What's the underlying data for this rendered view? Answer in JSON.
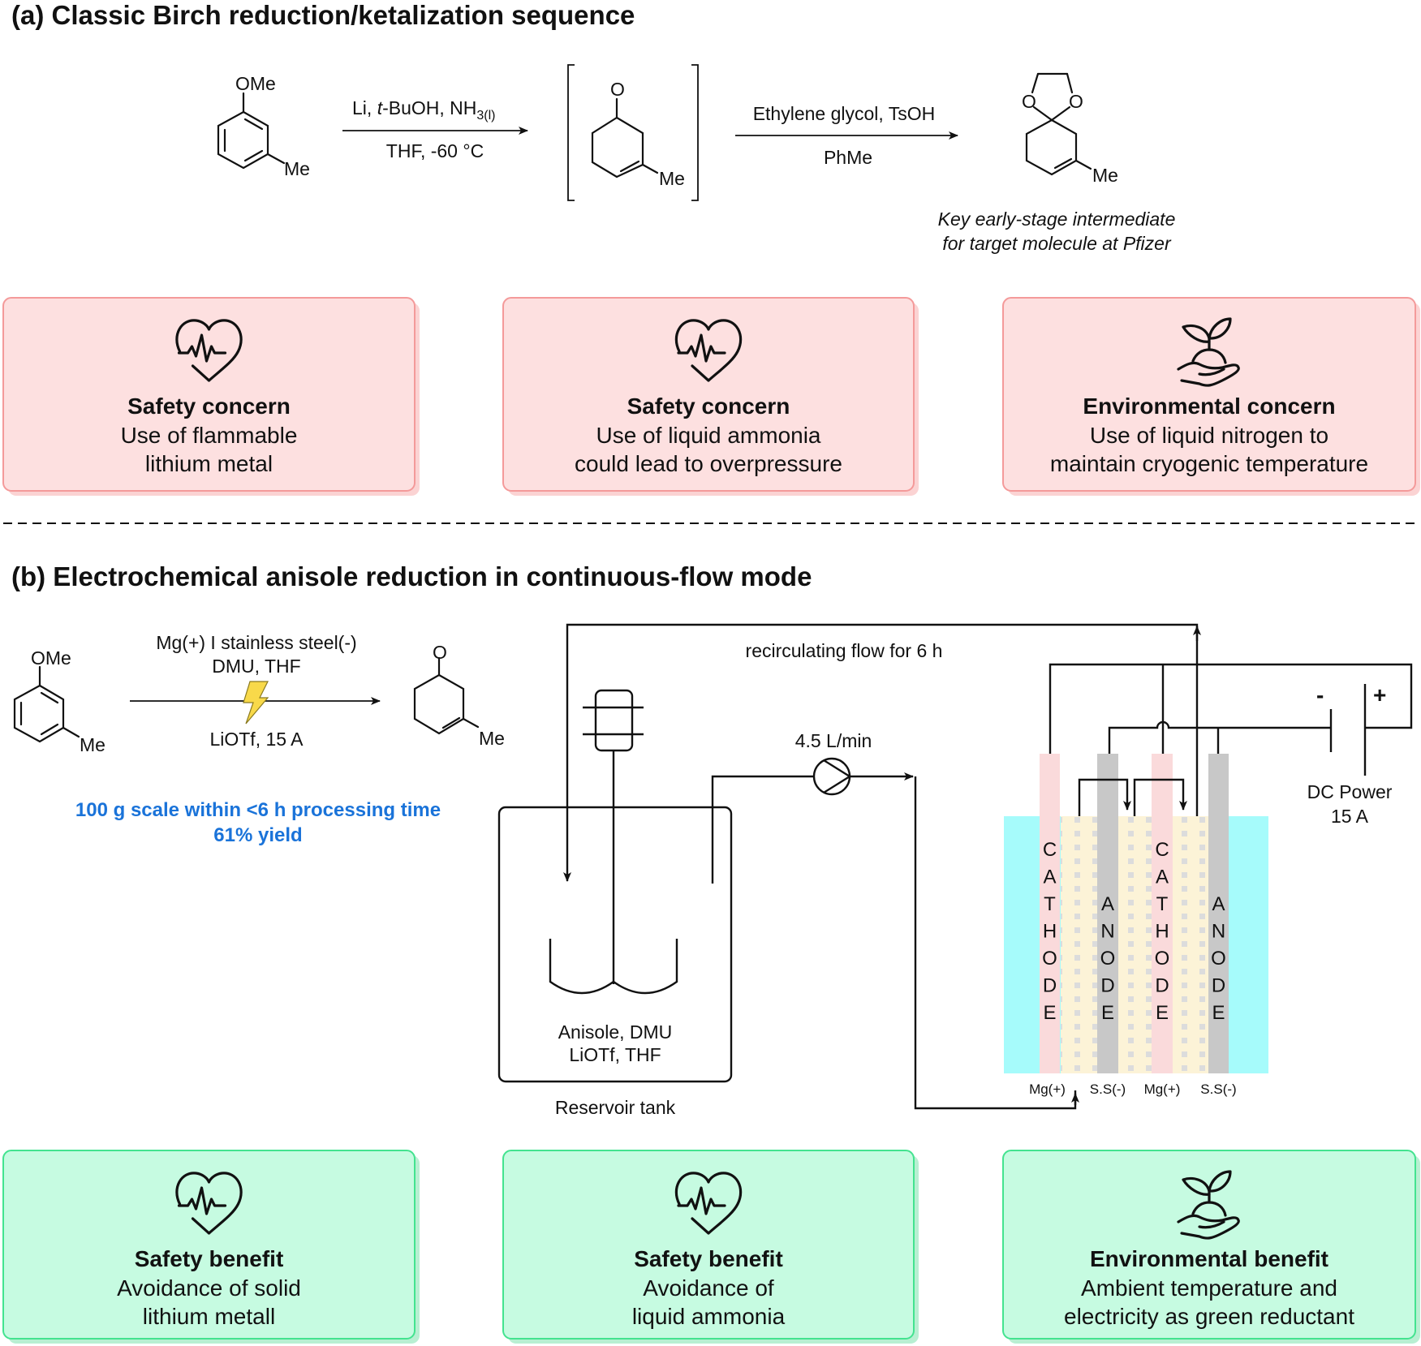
{
  "section_a": {
    "title": "(a) Classic Birch reduction/ketalization sequence",
    "start_material": {
      "substituent_top": "OMe",
      "substituent_right": "Me"
    },
    "step1": {
      "reagents_top": "Li, ",
      "reagents_top_italic": "t",
      "reagents_top_rest": "-BuOH, NH",
      "reagents_sub": "3(l)",
      "conditions_bottom": "THF, -60 °C"
    },
    "intermediate": {
      "carbonyl": "O",
      "substituent": "Me"
    },
    "step2": {
      "reagents_top": "Ethylene glycol, TsOH",
      "conditions_bottom": "PhMe"
    },
    "product": {
      "o_left": "O",
      "o_right": "O",
      "substituent": "Me"
    },
    "caption": [
      "Key early-stage intermediate",
      "for target molecule at Pfizer"
    ],
    "cards": [
      {
        "icon": "heart-pulse-icon",
        "heading": "Safety concern",
        "lines": [
          "Use of flammable",
          "lithium metal"
        ]
      },
      {
        "icon": "heart-pulse-icon",
        "heading": "Safety concern",
        "lines": [
          "Use of liquid ammonia",
          "could lead to overpressure"
        ]
      },
      {
        "icon": "plant-hand-icon",
        "heading": "Environmental concern",
        "lines": [
          "Use of liquid nitrogen to",
          "maintain cryogenic temperature"
        ]
      }
    ],
    "card_colors": {
      "fill": "#fde0e0",
      "border": "#f49a9a",
      "shadow": "#fbd3d3"
    }
  },
  "section_b": {
    "title": "(b) Electrochemical anisole reduction in continuous-flow mode",
    "start_material": {
      "substituent_top": "OMe",
      "substituent_right": "Me"
    },
    "reaction": {
      "top_line1": "Mg(+) I stainless steel(-)",
      "top_line2": "DMU, THF",
      "bottom": "LiOTf, 15 A",
      "icon": "lightning-bolt-icon"
    },
    "product": {
      "carbonyl": "O",
      "substituent": "Me"
    },
    "highlight": [
      "100 g scale within <6 h processing time",
      "61% yield"
    ],
    "highlight_color": "#1a73d9",
    "flow": {
      "recirculation_label": "recirculating flow for 6 h",
      "flow_rate": "4.5 L/min",
      "tank_contents": [
        "Anisole, DMU",
        "LiOTf, THF"
      ],
      "tank_label": "Reservoir tank",
      "electrodes": [
        {
          "type": "CATHODE",
          "material": "Mg(+)"
        },
        {
          "type": "ANODE",
          "material": "S.S(-)"
        },
        {
          "type": "CATHODE",
          "material": "Mg(+)"
        },
        {
          "type": "ANODE",
          "material": "S.S(-)"
        }
      ],
      "power": {
        "minus": "-",
        "plus": "+",
        "label": "DC Power",
        "current": "15 A"
      }
    },
    "cards": [
      {
        "icon": "heart-pulse-icon",
        "heading": "Safety benefit",
        "lines": [
          "Avoidance of solid",
          "lithium metall"
        ]
      },
      {
        "icon": "heart-pulse-icon",
        "heading": "Safety benefit",
        "lines": [
          "Avoidance of",
          "liquid ammonia"
        ]
      },
      {
        "icon": "plant-hand-icon",
        "heading": "Environmental benefit",
        "lines": [
          "Ambient temperature and",
          "electricity as green reductant"
        ]
      }
    ],
    "card_colors": {
      "fill": "#c6fbe1",
      "border": "#43e38f",
      "shadow": "#b8efd2"
    },
    "cell_colors": {
      "bath": "#a6fbfb",
      "cathode": "#fadadb",
      "anode": "#c8c8c8",
      "separator": "#fcf3d7",
      "separator_dots": "#dcdcdc"
    }
  }
}
